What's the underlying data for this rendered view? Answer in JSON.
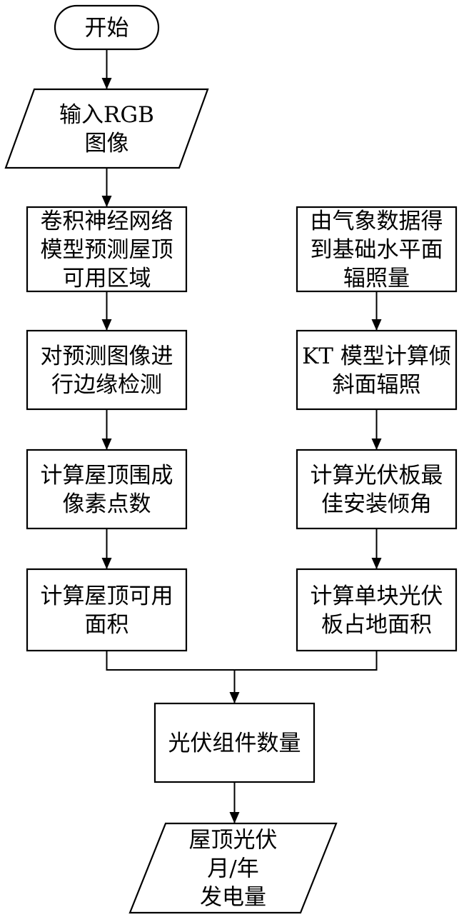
{
  "nodes": {
    "start": {
      "type": "terminal",
      "lines": [
        "开始"
      ]
    },
    "input": {
      "type": "io",
      "lines": [
        "输入RGB",
        "图像"
      ]
    },
    "cnn": {
      "type": "process",
      "lines": [
        "卷积神经网络",
        "模型预测屋顶",
        "可用区域"
      ]
    },
    "edge": {
      "type": "process",
      "lines": [
        "对预测图像进",
        "行边缘检测"
      ]
    },
    "pixels": {
      "type": "process",
      "lines": [
        "计算屋顶围成",
        "像素点数"
      ]
    },
    "area": {
      "type": "process",
      "lines": [
        "计算屋顶可用",
        "面积"
      ]
    },
    "weather": {
      "type": "process",
      "lines": [
        "由气象数据得",
        "到基础水平面",
        "辐照量"
      ]
    },
    "kt": {
      "type": "process",
      "lines": [
        "KT 模型计算倾",
        "斜面辐照"
      ]
    },
    "angle": {
      "type": "process",
      "lines": [
        "计算光伏板最",
        "佳安装倾角"
      ]
    },
    "panel": {
      "type": "process",
      "lines": [
        "计算单块光伏",
        "板占地面积"
      ]
    },
    "count": {
      "type": "process",
      "lines": [
        "光伏组件数量"
      ]
    },
    "output": {
      "type": "io",
      "lines": [
        "屋顶光伏",
        "月/年",
        "发电量"
      ]
    }
  },
  "edges": [
    [
      "start",
      "input"
    ],
    [
      "input",
      "cnn"
    ],
    [
      "cnn",
      "edge"
    ],
    [
      "edge",
      "pixels"
    ],
    [
      "pixels",
      "area"
    ],
    [
      "weather",
      "kt"
    ],
    [
      "kt",
      "angle"
    ],
    [
      "angle",
      "panel"
    ],
    [
      "area",
      "count"
    ],
    [
      "panel",
      "count"
    ],
    [
      "count",
      "output"
    ]
  ]
}
